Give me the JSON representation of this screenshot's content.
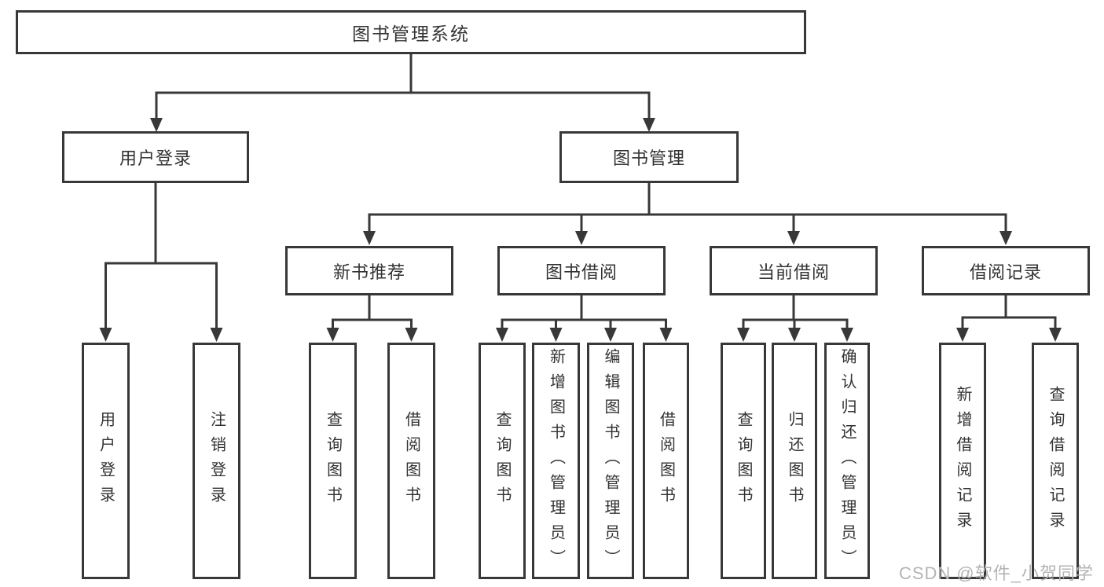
{
  "diagram": {
    "root": {
      "label": "图书管理系统"
    },
    "level2": [
      {
        "label": "用户登录"
      },
      {
        "label": "图书管理"
      }
    ],
    "level3": [
      {
        "label": "新书推荐"
      },
      {
        "label": "图书借阅"
      },
      {
        "label": "当前借阅"
      },
      {
        "label": "借阅记录"
      }
    ],
    "leaves": {
      "user_login": [
        "用户登录",
        "注销登录"
      ],
      "new_book": [
        "查询图书",
        "借阅图书"
      ],
      "book_borrow": [
        "查询图书",
        "新增图书（管理员）",
        "编辑图书（管理员）",
        "借阅图书"
      ],
      "current_borrow": [
        "查询图书",
        "归还图书",
        "确认归还（管理员）"
      ],
      "borrow_record": [
        "新增借阅记录",
        "查询借阅记录"
      ]
    }
  },
  "watermark": {
    "text": "CSDN @软件_小贺同学"
  },
  "colors": {
    "line": "#383838",
    "text": "#333333",
    "background": "#ffffff",
    "watermark": "#b4b4b4"
  }
}
